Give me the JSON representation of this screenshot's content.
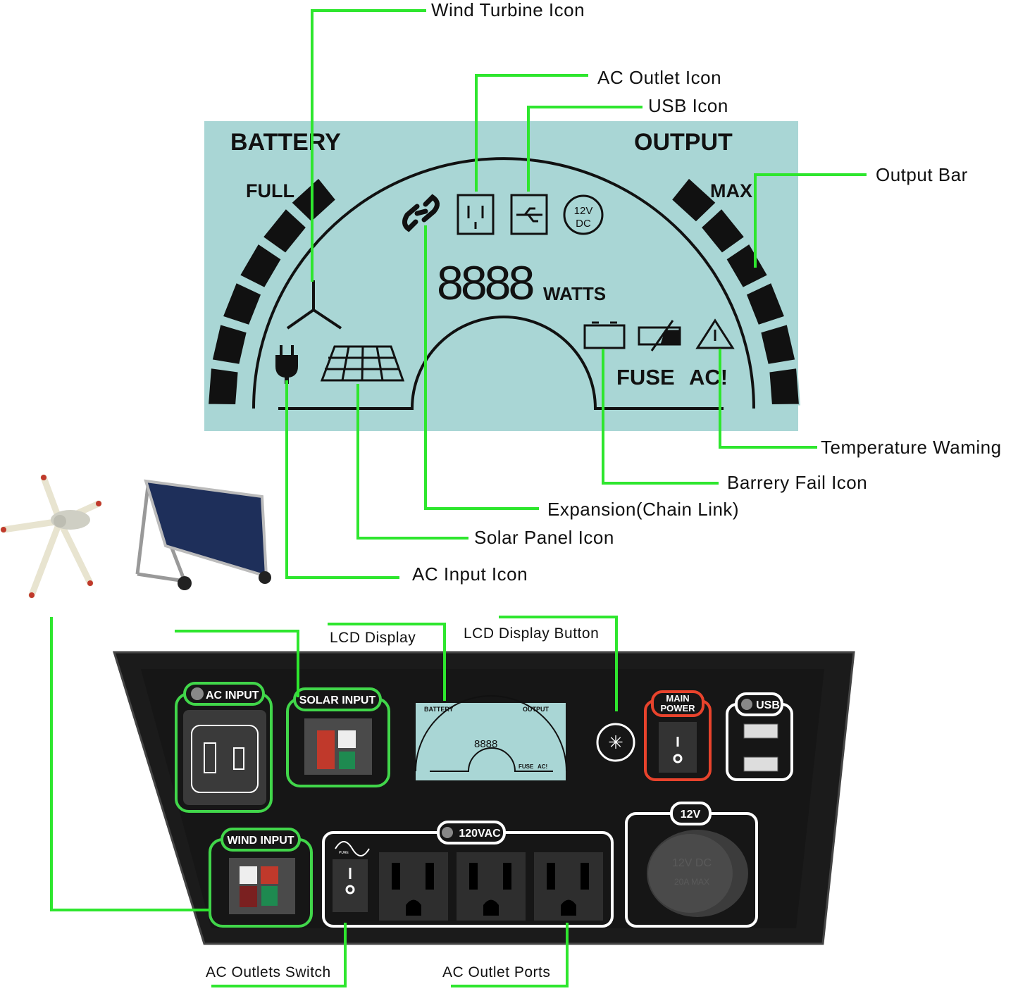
{
  "callouts": {
    "wind_turbine_icon": "Wind Turbine Icon",
    "ac_outlet_icon": "AC Outlet Icon",
    "usb_icon": "USB Icon",
    "output_bar": "Output Bar",
    "temperature_warning": "Temperature Waming",
    "battery_fail_icon": "Barrery Fail Icon",
    "expansion": "Expansion(Chain Link)",
    "solar_panel_icon": "Solar Panel Icon",
    "ac_input_icon": "AC Input Icon",
    "lcd_display": "LCD Display",
    "lcd_display_button": "LCD Display Button",
    "ac_outlets_switch": "AC Outlets Switch",
    "ac_outlet_ports": "AC Outlet Ports"
  },
  "lcd": {
    "battery": "BATTERY",
    "output": "OUTPUT",
    "full": "FULL",
    "max": "MAX",
    "digits": "8888",
    "watts": "WATTS",
    "dc_top": "12V",
    "dc_bottom": "DC",
    "fuse": "FUSE",
    "ac_warn": "AC!",
    "background": "#a9d6d5",
    "battery_segments": 6,
    "output_segments": 6
  },
  "panel": {
    "ac_input": "AC INPUT",
    "solar_input": "SOLAR INPUT",
    "wind_input": "WIND INPUT",
    "main_power_1": "MAIN",
    "main_power_2": "POWER",
    "usb": "USB",
    "vac": "120VAC",
    "v12": "12V",
    "pure": "PURE",
    "cap_1": "12V DC",
    "cap_2": "20A MAX"
  },
  "colors": {
    "callout_line": "#2ee62e",
    "main_power_border": "#e8432c",
    "input_border": "#41d64a"
  }
}
